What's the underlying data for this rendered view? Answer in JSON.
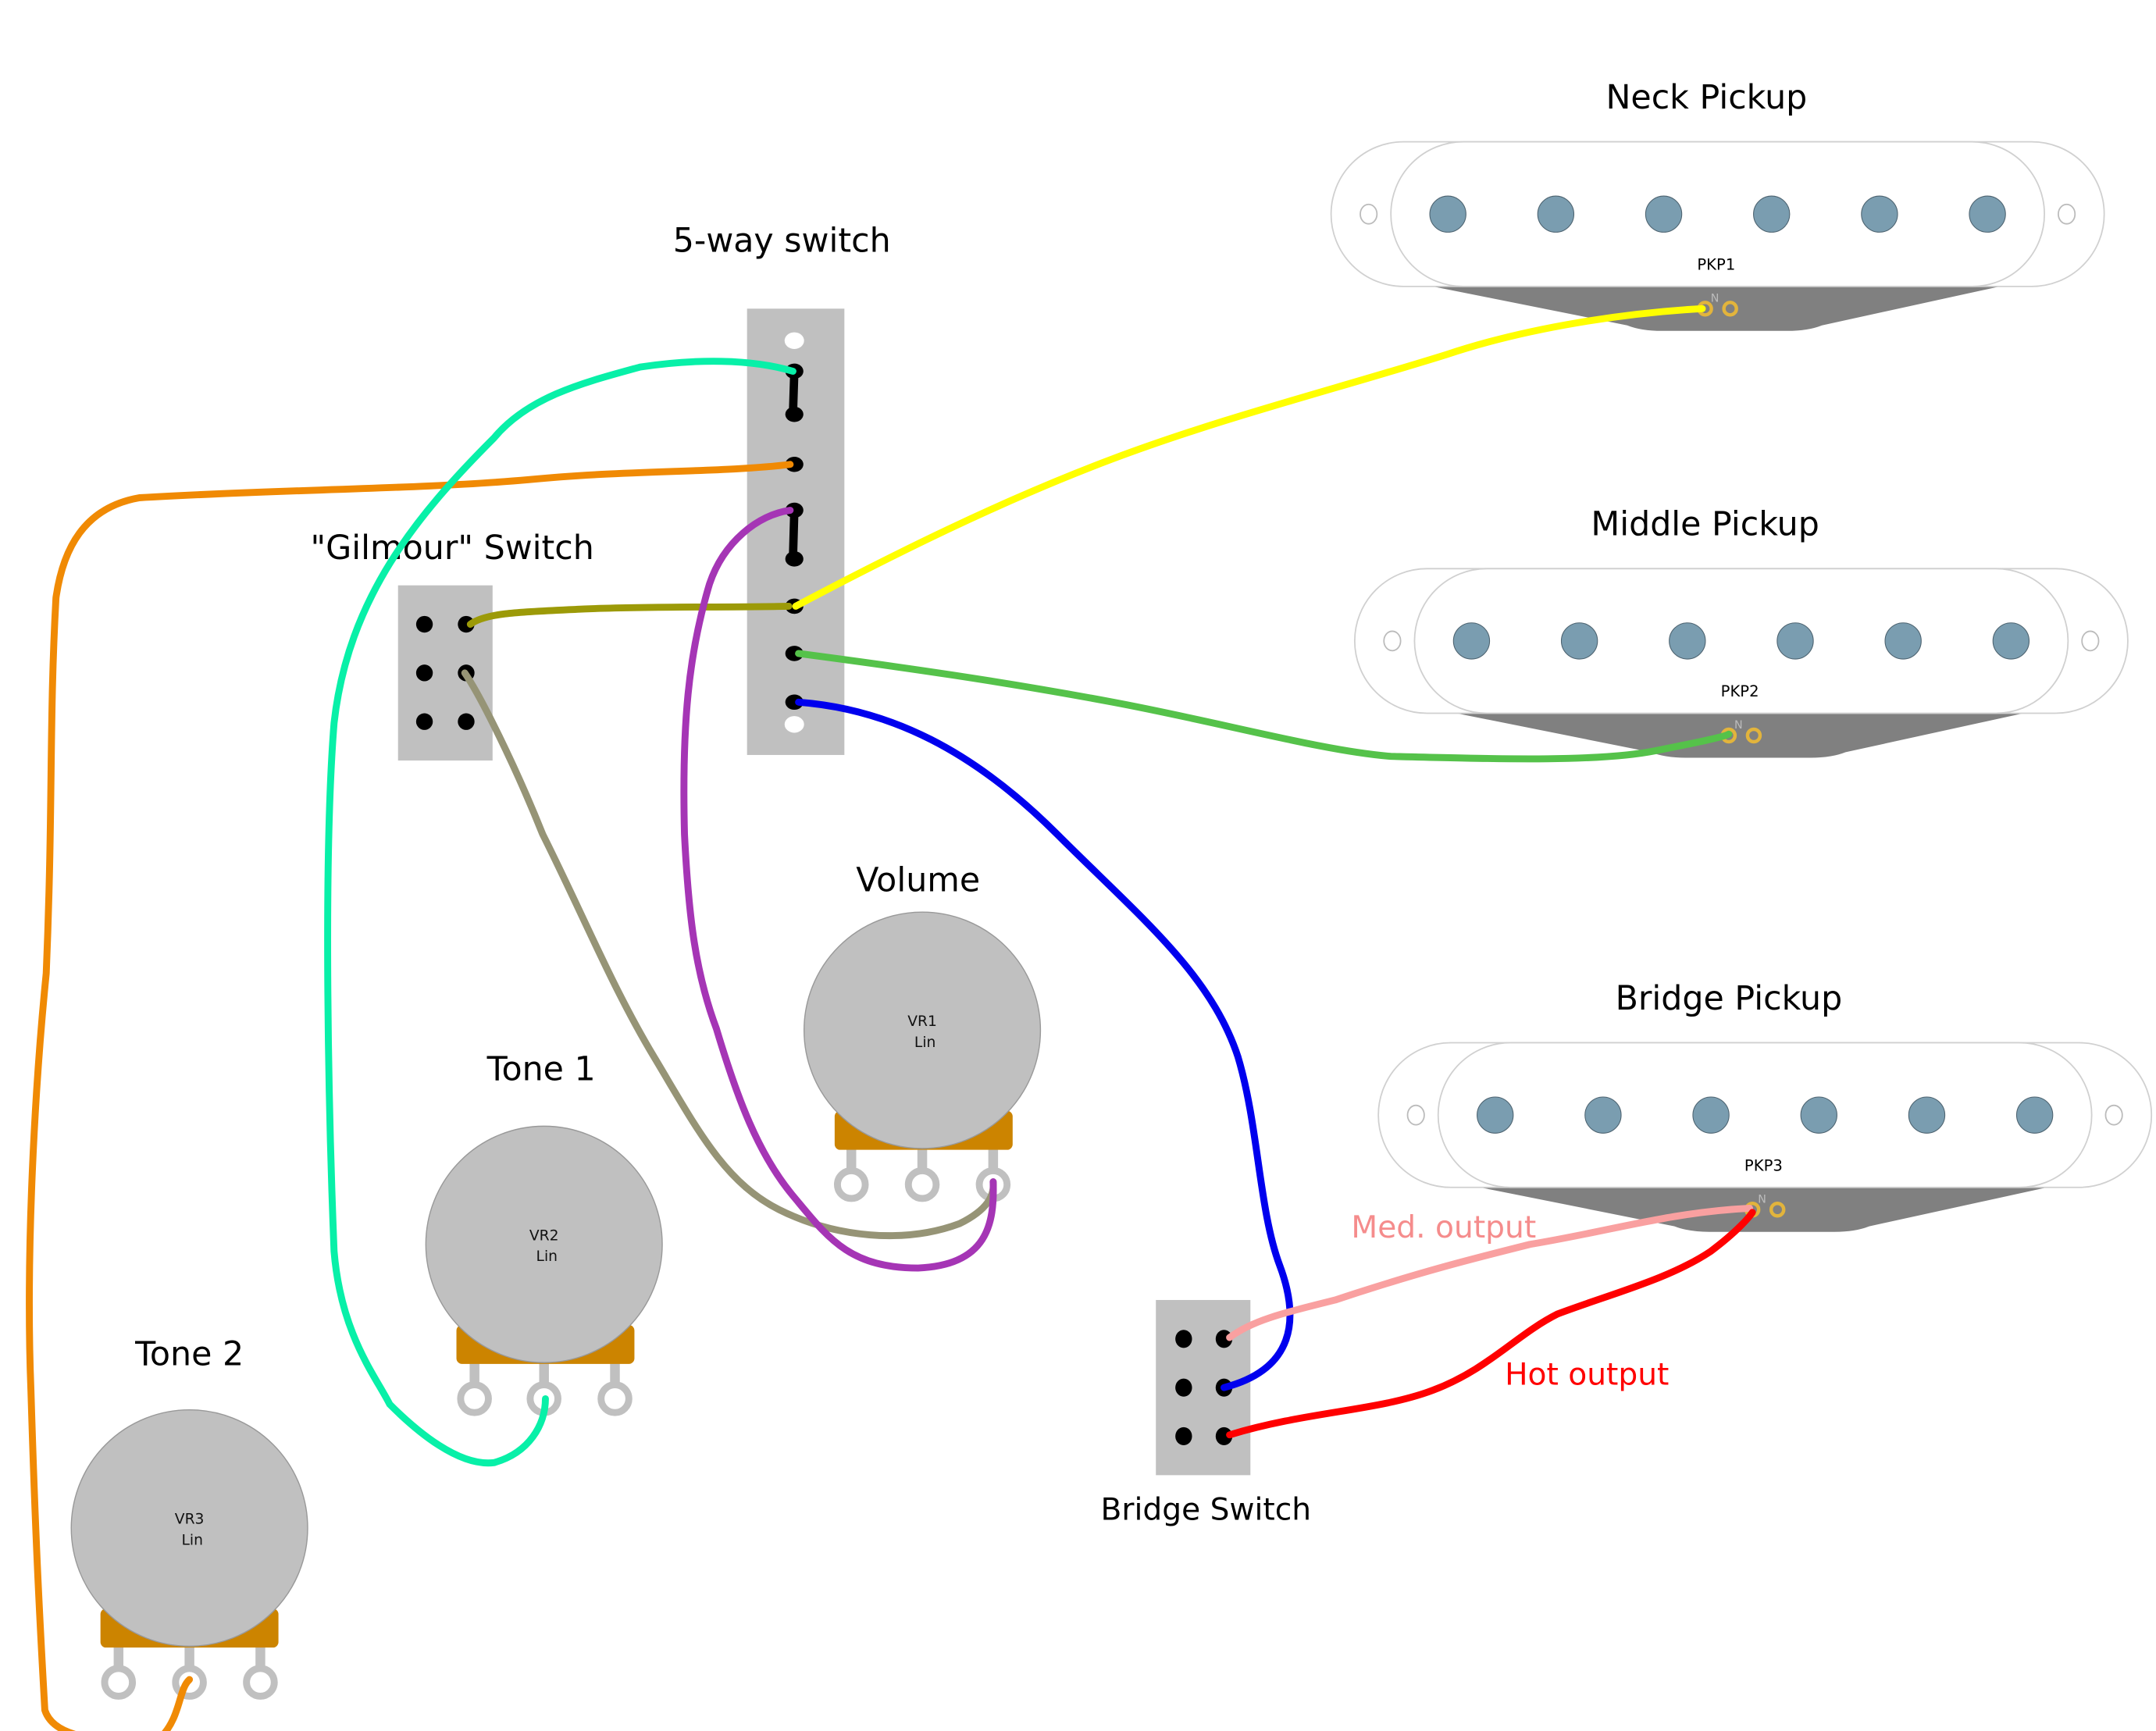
{
  "diagram": {
    "pickups": [
      {
        "id": "neck",
        "title": "Neck Pickup",
        "ref": "PKP1",
        "polarity_mark": "N",
        "pole_count": 6
      },
      {
        "id": "middle",
        "title": "Middle Pickup",
        "ref": "PKP2",
        "polarity_mark": "N",
        "pole_count": 6
      },
      {
        "id": "bridge",
        "title": "Bridge Pickup",
        "ref": "PKP3",
        "polarity_mark": "N",
        "pole_count": 6
      }
    ],
    "switches": [
      {
        "id": "five-way",
        "title": "5-way switch"
      },
      {
        "id": "gilmour",
        "title": "\"Gilmour\" Switch"
      },
      {
        "id": "bridge",
        "title": "Bridge Switch"
      }
    ],
    "pots": [
      {
        "id": "volume",
        "title": "Volume",
        "ref": "VR1",
        "taper": "Lin"
      },
      {
        "id": "tone1",
        "title": "Tone 1",
        "ref": "VR2",
        "taper": "Lin"
      },
      {
        "id": "tone2",
        "title": "Tone 2",
        "ref": "VR3",
        "taper": "Lin"
      }
    ],
    "annotations": {
      "med_output": "Med. output",
      "hot_output": "Hot output"
    },
    "wires": [
      {
        "name": "yellow",
        "color": "#ffff00",
        "from": "5-way switch lug",
        "to": "PKP1"
      },
      {
        "name": "green",
        "color": "#55c24a",
        "from": "5-way switch lug",
        "to": "PKP2"
      },
      {
        "name": "blue",
        "color": "#0000ee",
        "from": "5-way switch lug",
        "to": "Bridge Switch"
      },
      {
        "name": "pink",
        "color": "#f9a0a0",
        "from": "Bridge Switch",
        "to": "PKP3"
      },
      {
        "name": "red",
        "color": "#ff0000",
        "from": "Bridge Switch",
        "to": "PKP3"
      },
      {
        "name": "olive",
        "color": "#9c9a08",
        "from": "Gilmour Switch",
        "to": "5-way switch lug"
      },
      {
        "name": "khaki",
        "color": "#969476",
        "from": "Gilmour Switch",
        "to": "VR1"
      },
      {
        "name": "purple",
        "color": "#a535b5",
        "from": "5-way switch lug",
        "to": "VR1"
      },
      {
        "name": "aqua",
        "color": "#08f0a8",
        "from": "5-way switch lug",
        "to": "VR2"
      },
      {
        "name": "orange",
        "color": "#f08a04",
        "from": "5-way switch lug",
        "to": "VR3"
      }
    ],
    "colors": {
      "pole_piece": "#7a9db0",
      "switch_body": "#c0c0c0",
      "pot_body": "#c0c0c0",
      "pot_bracket": "#cc8400",
      "pickup_base": "#808080",
      "solder_lug": "#e2b43c"
    }
  }
}
